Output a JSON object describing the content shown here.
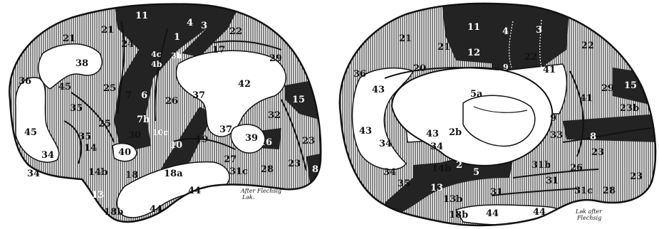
{
  "figure": {
    "lateral_view": {
      "regions": [
        {
          "id": "11",
          "shade": "dark"
        },
        {
          "id": "4",
          "shade": "dark"
        },
        {
          "id": "3",
          "shade": "dark"
        },
        {
          "id": "1",
          "shade": "dark"
        },
        {
          "id": "4c",
          "shade": "dark"
        },
        {
          "id": "4b",
          "shade": "dark"
        },
        {
          "id": "3b",
          "shade": "dark"
        },
        {
          "id": "6",
          "shade": "dark"
        },
        {
          "id": "7b",
          "shade": "dark"
        },
        {
          "id": "21",
          "shade": "hatched"
        },
        {
          "id": "24",
          "shade": "hatched"
        },
        {
          "id": "22",
          "shade": "hatched"
        },
        {
          "id": "17",
          "shade": "hatched"
        },
        {
          "id": "29",
          "shade": "hatched"
        },
        {
          "id": "36",
          "shade": "hatched"
        },
        {
          "id": "38",
          "shade": "white"
        },
        {
          "id": "45",
          "shade": "white"
        },
        {
          "id": "25",
          "shade": "hatched"
        },
        {
          "id": "7",
          "shade": "dark"
        },
        {
          "id": "26",
          "shade": "hatched"
        },
        {
          "id": "37",
          "shade": "white"
        },
        {
          "id": "42",
          "shade": "white"
        },
        {
          "id": "15",
          "shade": "dark"
        },
        {
          "id": "35",
          "shade": "hatched"
        },
        {
          "id": "30",
          "shade": "hatched"
        },
        {
          "id": "10",
          "shade": "dark"
        },
        {
          "id": "19",
          "shade": "hatched"
        },
        {
          "id": "32",
          "shade": "hatched"
        },
        {
          "id": "39",
          "shade": "white"
        },
        {
          "id": "16",
          "shade": "dark"
        },
        {
          "id": "23",
          "shade": "hatched"
        },
        {
          "id": "8",
          "shade": "dark"
        },
        {
          "id": "40",
          "shade": "white"
        },
        {
          "id": "34",
          "shade": "hatched"
        },
        {
          "id": "14",
          "shade": "hatched"
        },
        {
          "id": "14b",
          "shade": "dark"
        },
        {
          "id": "18",
          "shade": "hatched"
        },
        {
          "id": "18a",
          "shade": "hatched"
        },
        {
          "id": "27",
          "shade": "hatched"
        },
        {
          "id": "31c",
          "shade": "hatched"
        },
        {
          "id": "28",
          "shade": "hatched"
        },
        {
          "id": "13",
          "shade": "dark"
        },
        {
          "id": "18b",
          "shade": "hatched"
        },
        {
          "id": "44",
          "shade": "white"
        },
        {
          "id": "10c",
          "shade": "dark"
        }
      ],
      "credit": [
        "After Flechsig",
        "Lǝk."
      ]
    },
    "medial_view": {
      "regions": [
        {
          "id": "11",
          "shade": "dark"
        },
        {
          "id": "4",
          "shade": "dark"
        },
        {
          "id": "3",
          "shade": "dark"
        },
        {
          "id": "21",
          "shade": "hatched"
        },
        {
          "id": "12",
          "shade": "dark"
        },
        {
          "id": "22",
          "shade": "hatched"
        },
        {
          "id": "20",
          "shade": "hatched"
        },
        {
          "id": "9",
          "shade": "dark"
        },
        {
          "id": "41",
          "shade": "white"
        },
        {
          "id": "29",
          "shade": "hatched"
        },
        {
          "id": "15",
          "shade": "dark"
        },
        {
          "id": "36",
          "shade": "hatched"
        },
        {
          "id": "43",
          "shade": "white"
        },
        {
          "id": "5a",
          "shade": "white"
        },
        {
          "id": "23b",
          "shade": "hatched"
        },
        {
          "id": "33",
          "shade": "hatched"
        },
        {
          "id": "8",
          "shade": "dark"
        },
        {
          "id": "2b",
          "shade": "hatched"
        },
        {
          "id": "34",
          "shade": "hatched"
        },
        {
          "id": "23",
          "shade": "hatched"
        },
        {
          "id": "14b",
          "shade": "dark"
        },
        {
          "id": "2",
          "shade": "dark"
        },
        {
          "id": "5",
          "shade": "dark"
        },
        {
          "id": "31b",
          "shade": "hatched"
        },
        {
          "id": "26",
          "shade": "hatched"
        },
        {
          "id": "31",
          "shade": "hatched"
        },
        {
          "id": "35",
          "shade": "hatched"
        },
        {
          "id": "13",
          "shade": "dark"
        },
        {
          "id": "13b",
          "shade": "hatched"
        },
        {
          "id": "18b",
          "shade": "hatched"
        },
        {
          "id": "44",
          "shade": "white"
        },
        {
          "id": "31c",
          "shade": "hatched"
        },
        {
          "id": "28",
          "shade": "hatched"
        }
      ],
      "credit": [
        "Lǝk after",
        "Flechsig"
      ]
    },
    "shade_colors": {
      "dark": "#232323",
      "hatched": "#9a9a9a",
      "white": "#ffffff",
      "line": "#111111"
    }
  },
  "labels": {
    "lat_11": "11",
    "lat_4": "4",
    "lat_3": "3",
    "lat_1": "1",
    "lat_21a": "21",
    "lat_21b": "21",
    "lat_24": "24",
    "lat_22": "22",
    "lat_17": "17",
    "lat_29": "29",
    "lat_4c": "4c",
    "lat_4b": "4b",
    "lat_3b": "3b",
    "lat_38": "38",
    "lat_36": "36",
    "lat_45a": "45",
    "lat_45b": "45",
    "lat_25a": "25",
    "lat_25b": "25",
    "lat_7": "7",
    "lat_6": "6",
    "lat_26": "26",
    "lat_37a": "37",
    "lat_37b": "37",
    "lat_42": "42",
    "lat_15": "15",
    "lat_35a": "35",
    "lat_35b": "35",
    "lat_7b": "7b",
    "lat_30": "30",
    "lat_10c": "10c",
    "lat_10": "10",
    "lat_19": "19",
    "lat_32": "32",
    "lat_39": "39",
    "lat_16": "16",
    "lat_23a": "23",
    "lat_23b": "23",
    "lat_8": "8",
    "lat_40": "40",
    "lat_34a": "34",
    "lat_34b": "34",
    "lat_14": "14",
    "lat_14b": "14b",
    "lat_18": "18",
    "lat_18a": "18a",
    "lat_27": "27",
    "lat_31c": "31c",
    "lat_28": "28",
    "lat_13": "13",
    "lat_18b": "18b",
    "lat_44a": "44",
    "lat_44b": "44",
    "lat_credit1": "After Flechsig",
    "lat_credit2": "Lǝk.",
    "med_11": "11",
    "med_4": "4",
    "med_3": "3",
    "med_21a": "21",
    "med_21b": "21",
    "med_12": "12",
    "med_22a": "22",
    "med_22b": "22",
    "med_20": "20",
    "med_9a": "9",
    "med_9b": "9",
    "med_41a": "41",
    "med_41b": "41",
    "med_29": "29",
    "med_15": "15",
    "med_36": "36",
    "med_43a": "43",
    "med_43b": "43",
    "med_43c": "43",
    "med_5a": "5a",
    "med_23b": "23b",
    "med_33": "33",
    "med_8": "8",
    "med_2b": "2b",
    "med_34a": "34",
    "med_34b": "34",
    "med_34c": "34",
    "med_23a": "23",
    "med_23c": "23",
    "med_14b": "14b",
    "med_2": "2",
    "med_5": "5",
    "med_31b": "31b",
    "med_26": "26",
    "med_31a": "31",
    "med_31d": "31",
    "med_35": "35",
    "med_13": "13",
    "med_13b": "13b",
    "med_18b": "18b",
    "med_44a": "44",
    "med_44b": "44",
    "med_31c": "31c",
    "med_28": "28",
    "med_credit1": "Lǝk after",
    "med_credit2": "Flechsig"
  }
}
